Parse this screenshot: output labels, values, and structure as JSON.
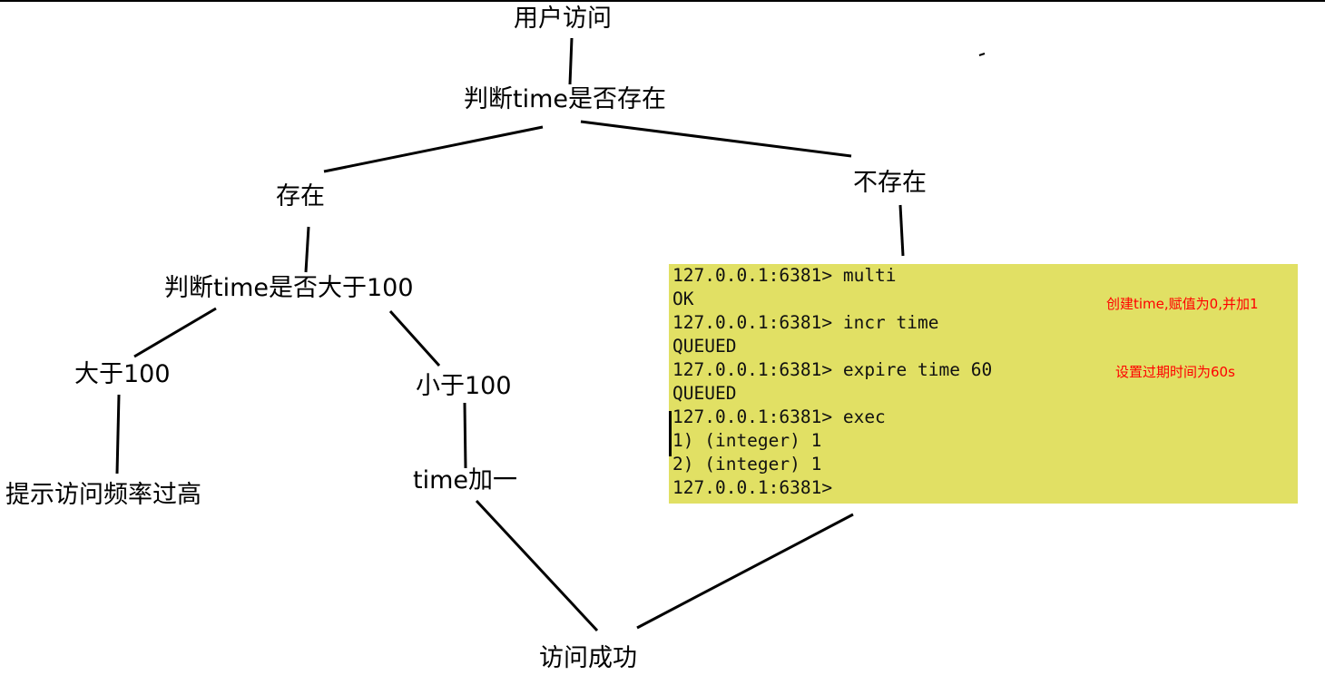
{
  "nodes": {
    "user_visit": "用户访问",
    "check_exists": "判断time是否存在",
    "exists": "存在",
    "not_exists": "不存在",
    "check_gt100": "判断time是否大于100",
    "gt100": "大于100",
    "lt100": "小于100",
    "too_frequent": "提示访问频率过高",
    "time_incr": "time加一",
    "success": "访问成功"
  },
  "terminal": {
    "lines": [
      "127.0.0.1:6381> multi",
      "OK",
      "127.0.0.1:6381> incr time",
      "QUEUED",
      "127.0.0.1:6381> expire time 60",
      "QUEUED",
      "127.0.0.1:6381> exec",
      "1) (integer) 1",
      "2) (integer) 1",
      "127.0.0.1:6381>"
    ],
    "notes": {
      "create": "创建time,赋值为0,并加1",
      "expire": "设置过期时间为60s"
    },
    "background": "#e1e064",
    "note_color": "#ff0000"
  }
}
